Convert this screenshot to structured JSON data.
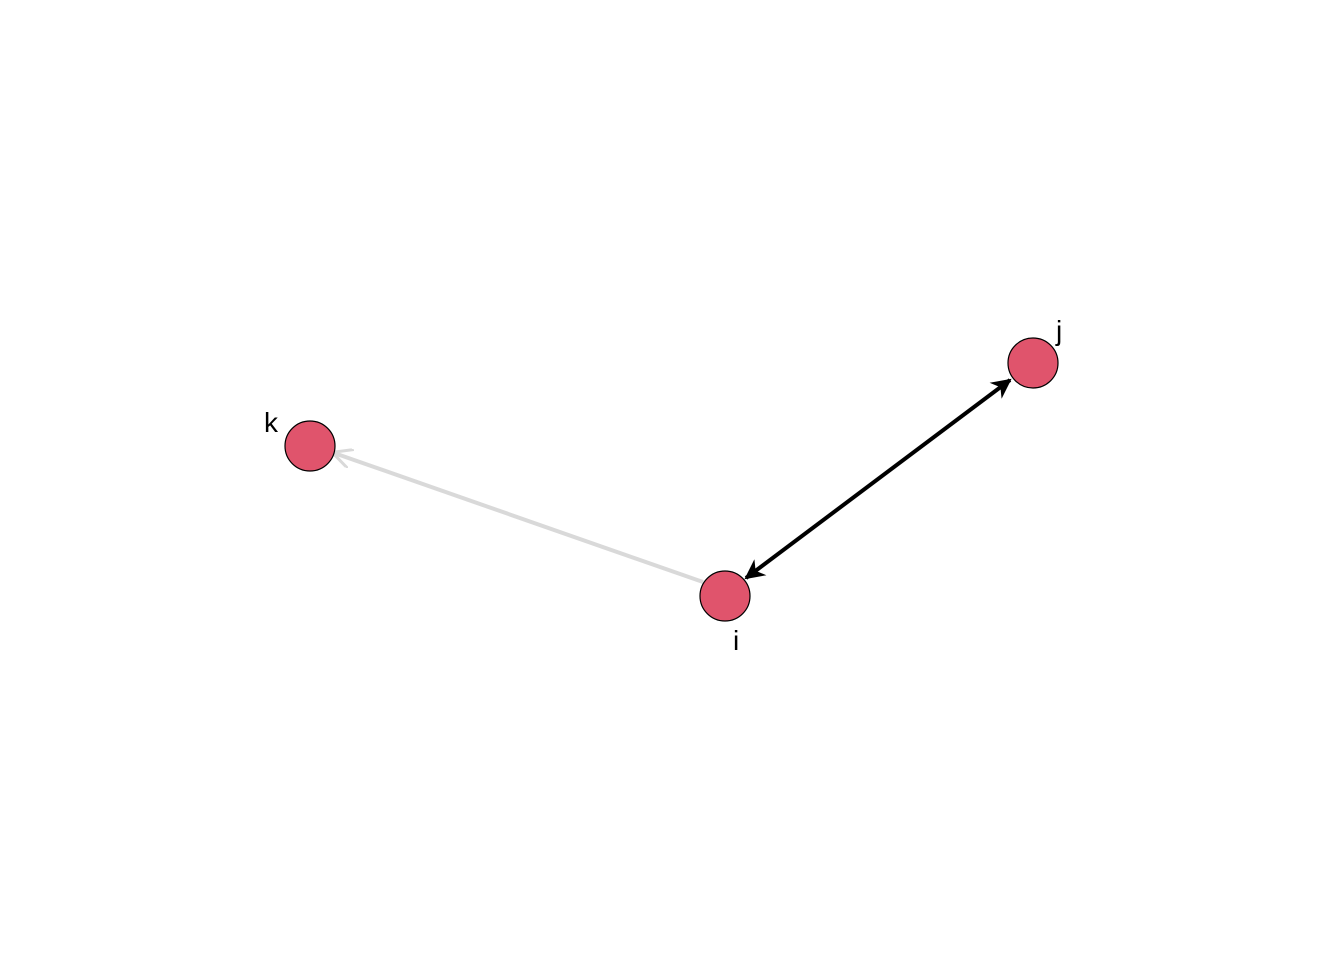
{
  "graph": {
    "directed": true,
    "nodes": [
      {
        "id": "i",
        "label": "i"
      },
      {
        "id": "j",
        "label": "j"
      },
      {
        "id": "k",
        "label": "k"
      }
    ],
    "edges": [
      {
        "id": "i-j",
        "source": "i",
        "target": "j",
        "bidirectional": true
      },
      {
        "id": "i-k",
        "source": "i",
        "target": "k",
        "bidirectional": false
      }
    ]
  },
  "colors": {
    "node_fill": "#E0546C",
    "node_stroke": "#000000",
    "edge_primary": "#000000",
    "edge_muted": "#D9D9D9",
    "background": "#FFFFFF"
  }
}
